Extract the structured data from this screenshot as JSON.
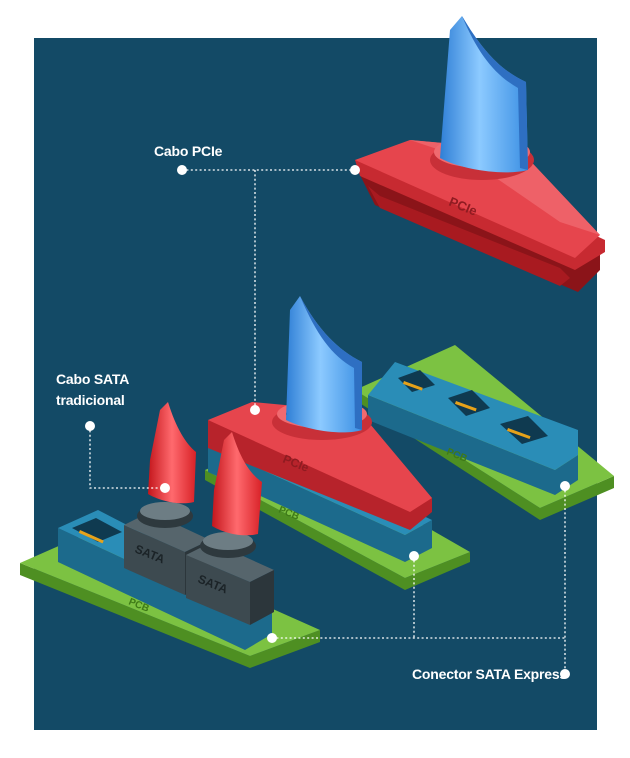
{
  "colors": {
    "background": "#134a66",
    "page": "#ffffff",
    "pcb_top": "#7cc242",
    "pcb_side": "#4e8f22",
    "connector_top": "#2a8db7",
    "connector_side": "#1c6a8c",
    "pcie_top": "#e6454d",
    "pcie_side": "#b7232b",
    "sata_plug": "#4e5d63",
    "blue_cable": "#4aa3f0",
    "red_cable": "#ef2f35",
    "callout_line": "#ffffff"
  },
  "labels": {
    "pcie_cable": "Cabo PCIe",
    "sata_cable_line1": "Cabo SATA",
    "sata_cable_line2": "tradicional",
    "sata_express_connector": "Conector SATA Express"
  },
  "stamps": {
    "pcie": "PCIe",
    "sata": "SATA",
    "pcb": "PCB"
  },
  "icons": {
    "callout_dot": "circle-dot-icon",
    "cable_blue": "ribbon-cable-icon",
    "cable_red": "ribbon-cable-icon"
  }
}
